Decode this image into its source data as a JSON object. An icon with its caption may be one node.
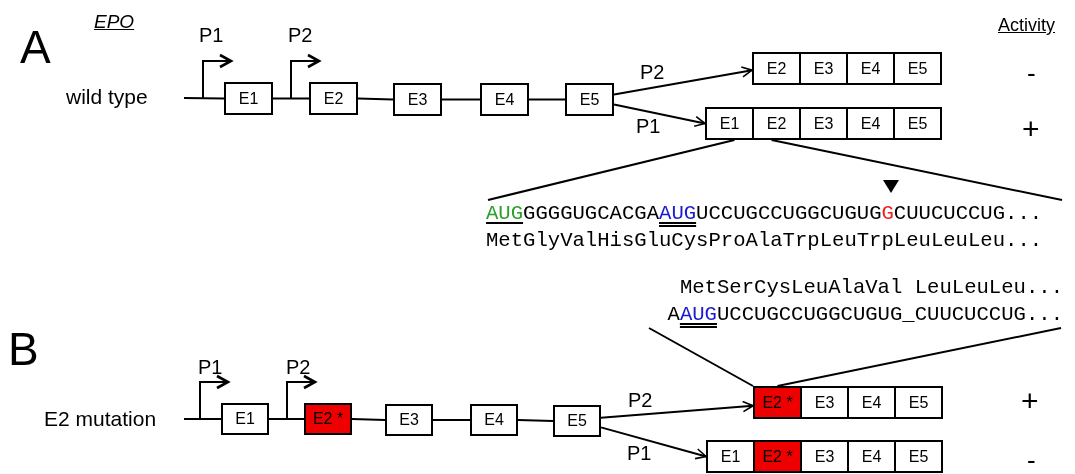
{
  "diagram": {
    "nodes": [
      {
        "text": [
          "E1"
        ]
      },
      {
        "text": [
          "E2"
        ]
      },
      {
        "text": [
          "E3"
        ]
      },
      {
        "text": [
          "E4"
        ]
      },
      {
        "text": [
          "E5"
        ]
      },
      {
        "text": [
          "E2"
        ]
      },
      {
        "text": [
          "E3"
        ]
      },
      {
        "text": [
          "E4"
        ]
      },
      {
        "text": [
          "E5"
        ]
      },
      {
        "text": [
          "E1"
        ]
      },
      {
        "text": [
          "E2"
        ]
      },
      {
        "text": [
          "E3"
        ]
      },
      {
        "text": [
          "E4"
        ]
      },
      {
        "text": [
          "E5"
        ]
      },
      {
        "text": [
          "AUGGGGGUGCACGAAUGUCCUGCCUGGCUGUGGCUUCUCCUG...",
          "MetGlyValHisGluCysProAlaTrpLeuTrpLeuLeuLeu..."
        ]
      },
      {
        "text": [
          "MetSerCysLeuAlaVal LeuLeuLeu...",
          "AAUGUCCUGCCUGGCUGUG_CUUCUCCUG..."
        ]
      },
      {
        "text": [
          "E1"
        ]
      },
      {
        "text": [
          "E2 *"
        ]
      },
      {
        "text": [
          "E3"
        ]
      },
      {
        "text": [
          "E4"
        ]
      },
      {
        "text": [
          "E5"
        ]
      },
      {
        "text": [
          "E2 *"
        ]
      },
      {
        "text": [
          "E3"
        ]
      },
      {
        "text": [
          "E4"
        ]
      },
      {
        "text": [
          "E5"
        ]
      },
      {
        "text": [
          "E1"
        ]
      },
      {
        "text": [
          "E2 *"
        ]
      },
      {
        "text": [
          "E3"
        ]
      },
      {
        "text": [
          "E4"
        ]
      },
      {
        "text": [
          "E5"
        ]
      }
    ],
    "edges": [
      {
        "from": null,
        "to": 0,
        "arrow": "none"
      },
      {
        "from": 0,
        "to": 1,
        "arrow": "none"
      },
      {
        "from": 1,
        "to": 2,
        "arrow": "none"
      },
      {
        "from": 2,
        "to": 3,
        "arrow": "none"
      },
      {
        "from": 3,
        "to": 4,
        "arrow": "none"
      },
      {
        "from": 4,
        "to": 5,
        "arrow": "to",
        "label": "P2"
      },
      {
        "from": 4,
        "to": 9,
        "arrow": "to",
        "label": "P1"
      },
      {
        "from": 9,
        "to": 14,
        "arrow": "none"
      },
      {
        "from": 10,
        "to": 14,
        "arrow": "none"
      },
      {
        "from": 15,
        "to": 21,
        "arrow": "none"
      },
      {
        "from": 15,
        "to": 21,
        "arrow": "none"
      },
      {
        "from": null,
        "to": 16,
        "arrow": "none"
      },
      {
        "from": 16,
        "to": 17,
        "arrow": "none"
      },
      {
        "from": 17,
        "to": 18,
        "arrow": "none"
      },
      {
        "from": 18,
        "to": 19,
        "arrow": "none"
      },
      {
        "from": 19,
        "to": 20,
        "arrow": "none"
      },
      {
        "from": 20,
        "to": 21,
        "arrow": "to",
        "label": "P2"
      },
      {
        "from": 20,
        "to": 25,
        "arrow": "to",
        "label": "P1"
      }
    ],
    "labels": [
      "A",
      "EPO",
      "Activity",
      "P1",
      "P2",
      "wild type",
      "-",
      "+",
      "B",
      "P1",
      "P2",
      "E2 mutation",
      "+",
      "-"
    ]
  }
}
